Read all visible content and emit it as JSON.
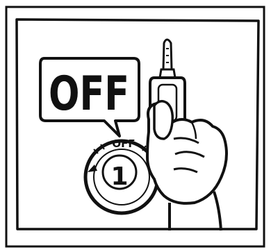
{
  "callout": {
    "label": "OFF"
  },
  "ignition_dial": {
    "position_label": "OFF",
    "position_number": "1"
  },
  "icons": {
    "key": "ignition-key-icon",
    "hand": "hand-icon",
    "switch": "ignition-switch-icon"
  },
  "colors": {
    "ink": "#111111",
    "paper": "#ffffff"
  }
}
